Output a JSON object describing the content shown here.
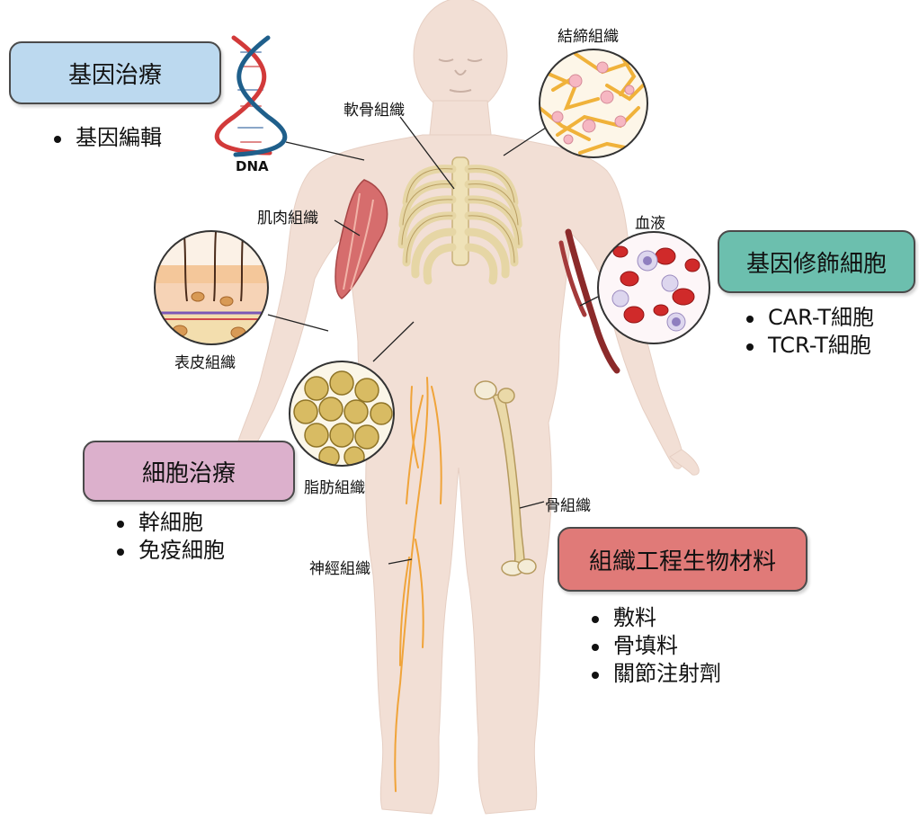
{
  "categories": [
    {
      "id": "gene",
      "title": "基因治療",
      "color": "#bcd9ef",
      "items": [
        "基因編輯"
      ]
    },
    {
      "id": "modcell",
      "title": "基因修飾細胞",
      "color": "#6cbfae",
      "items": [
        "CAR-T細胞",
        "TCR-T細胞"
      ]
    },
    {
      "id": "cell",
      "title": "細胞治療",
      "color": "#dcb0cc",
      "items": [
        "幹細胞",
        "免疫細胞"
      ]
    },
    {
      "id": "tissue",
      "title": "組織工程生物材料",
      "color": "#e07a78",
      "items": [
        "敷料",
        "骨填料",
        "關節注射劑"
      ]
    }
  ],
  "tissue_labels": {
    "connective": "結締組織",
    "cartilage": "軟骨組織",
    "muscle": "肌肉組織",
    "blood": "血液",
    "epidermis": "表皮組織",
    "adipose": "脂肪組織",
    "bone": "骨組織",
    "nerve": "神經組織"
  },
  "dna_label": "DNA",
  "icons": [
    "dna-icon",
    "connective-tissue-icon",
    "skin-icon",
    "blood-cells-icon",
    "adipose-icon",
    "femur-icon",
    "rib-cage-icon",
    "muscle-icon",
    "nerve-icon"
  ]
}
